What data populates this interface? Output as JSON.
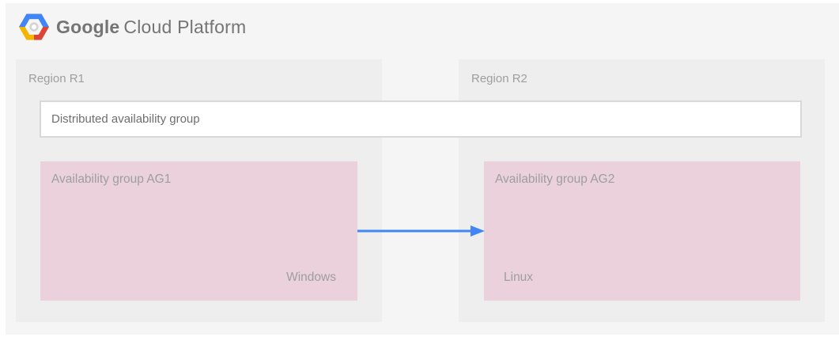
{
  "header": {
    "logo": "google-cloud-platform-logo",
    "brand_google": "Google",
    "brand_suffix": "Cloud Platform"
  },
  "distributed_group": {
    "label": "Distributed availability group"
  },
  "regions": [
    {
      "label": "Region R1",
      "availability_group": {
        "label": "Availability group AG1",
        "os": "Windows"
      }
    },
    {
      "label": "Region R2",
      "availability_group": {
        "label": "Availability group AG2",
        "os": "Linux"
      }
    }
  ],
  "arrow": {
    "from": "Availability group AG1",
    "to": "Availability group AG2",
    "color": "#4285f4"
  },
  "colors": {
    "page_background": "#f5f5f5",
    "region_background": "#eeeeee",
    "availability_group_background": "#ead1dc",
    "distributed_box_border": "#d8d8d8",
    "logo_blue": "#4285f4",
    "logo_red": "#db4437",
    "logo_yellow": "#f4b400",
    "text_gray": "#9e9e9e"
  }
}
